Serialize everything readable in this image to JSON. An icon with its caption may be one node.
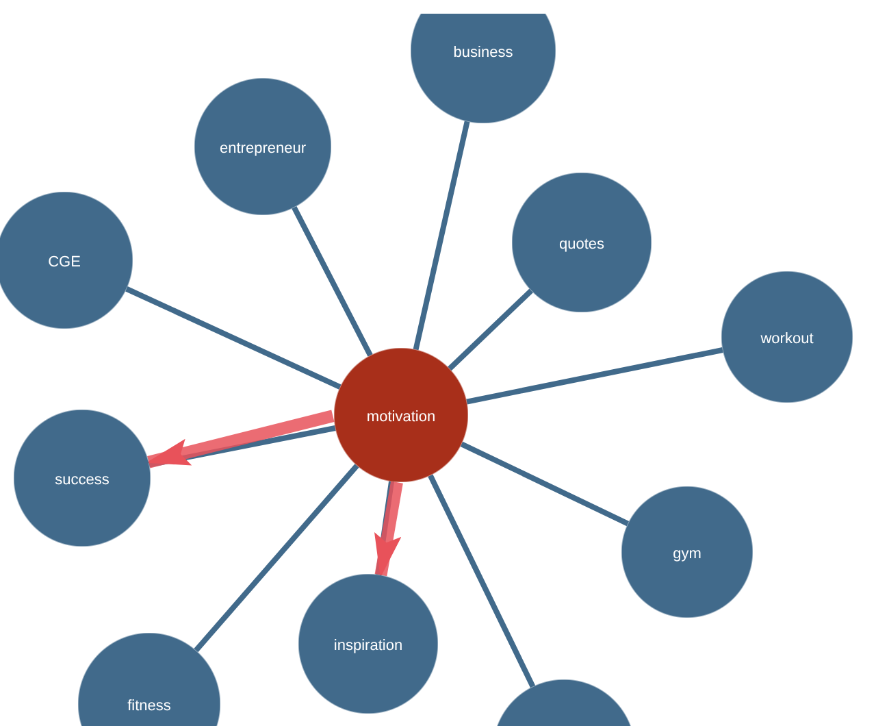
{
  "diagram": {
    "nodes": [
      {
        "text": [
          "business"
        ]
      },
      {
        "text": [
          "entrepreneur"
        ]
      },
      {
        "text": [
          "CGE"
        ]
      },
      {
        "text": [
          "quotes"
        ]
      },
      {
        "text": [
          "workout"
        ]
      },
      {
        "text": [
          "motivation"
        ]
      },
      {
        "text": [
          "success"
        ]
      },
      {
        "text": [
          "gym"
        ]
      },
      {
        "text": [
          "inspiration"
        ]
      },
      {
        "text": [
          "fitness"
        ]
      },
      {
        "text": [],
        "shape": "circle"
      }
    ],
    "edges": [
      {
        "from": 5,
        "to": 0,
        "arrow": "none"
      },
      {
        "from": 5,
        "to": 1,
        "arrow": "none"
      },
      {
        "from": 5,
        "to": 2,
        "arrow": "none"
      },
      {
        "from": 5,
        "to": 3,
        "arrow": "none"
      },
      {
        "from": 5,
        "to": 4,
        "arrow": "none"
      },
      {
        "from": 5,
        "to": 6,
        "arrow": "none"
      },
      {
        "from": 5,
        "to": 7,
        "arrow": "none"
      },
      {
        "from": 5,
        "to": 8,
        "arrow": "none"
      },
      {
        "from": 5,
        "to": 9,
        "arrow": "none"
      },
      {
        "from": 5,
        "to": 10,
        "arrow": "none"
      },
      {
        "from": 5,
        "to": 6,
        "arrow": "to",
        "style": "thick",
        "color": "#e8525a"
      },
      {
        "from": 5,
        "to": 8,
        "arrow": "to",
        "style": "thick",
        "color": "#e8525a"
      }
    ]
  }
}
